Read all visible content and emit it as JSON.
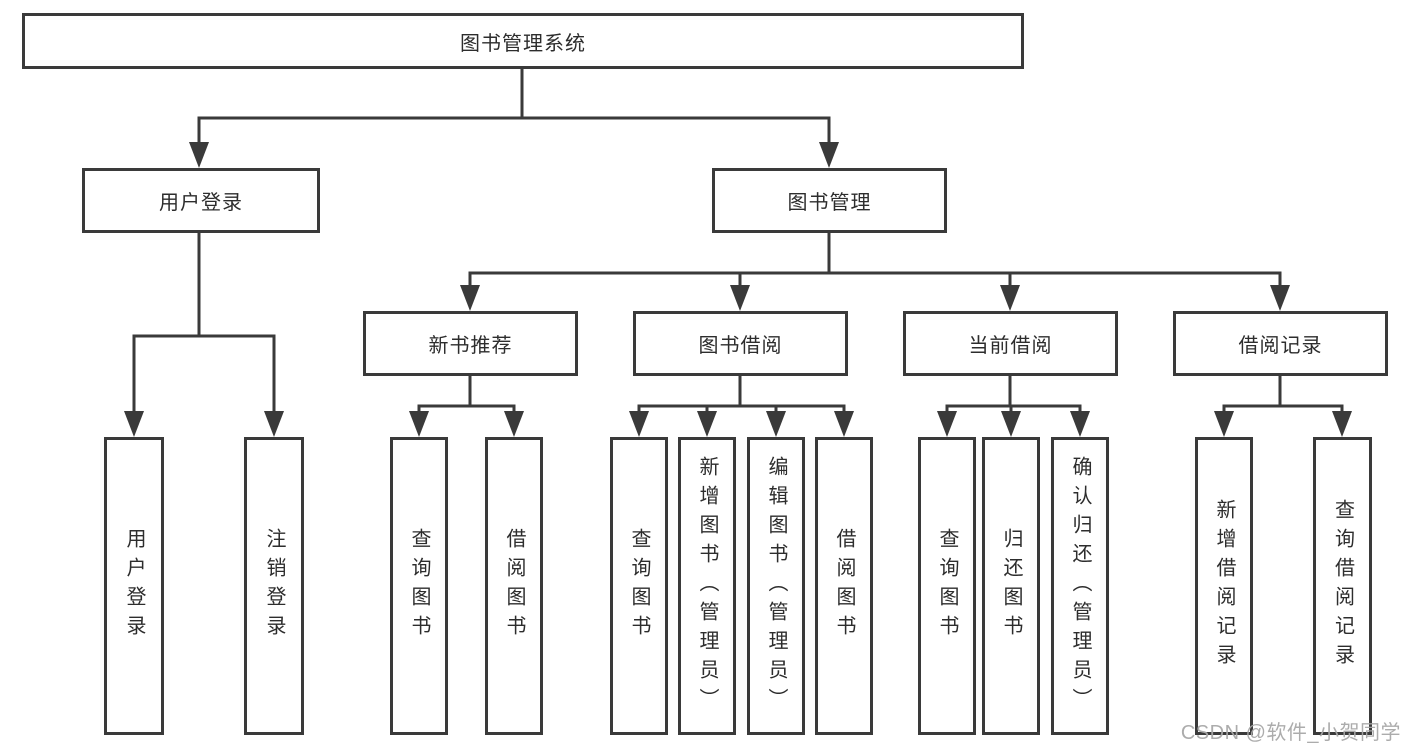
{
  "diagram": {
    "root": {
      "label": "图书管理系统"
    },
    "user_login": {
      "label": "用户登录",
      "children": [
        {
          "label": "用户登录"
        },
        {
          "label": "注销登录"
        }
      ]
    },
    "book_management": {
      "label": "图书管理",
      "sections": [
        {
          "label": "新书推荐",
          "children": [
            {
              "label": "查询图书"
            },
            {
              "label": "借阅图书"
            }
          ]
        },
        {
          "label": "图书借阅",
          "children": [
            {
              "label": "查询图书"
            },
            {
              "label": "新增图书（管理员）"
            },
            {
              "label": "编辑图书（管理员）"
            },
            {
              "label": "借阅图书"
            }
          ]
        },
        {
          "label": "当前借阅",
          "children": [
            {
              "label": "查询图书"
            },
            {
              "label": "归还图书"
            },
            {
              "label": "确认归还（管理员）"
            }
          ]
        },
        {
          "label": "借阅记录",
          "children": [
            {
              "label": "新增借阅记录"
            },
            {
              "label": "查询借阅记录"
            }
          ]
        }
      ]
    }
  },
  "watermark": {
    "text": "CSDN @软件_小贺同学"
  },
  "colors": {
    "line": "#3a3a3a",
    "text": "#2d2d2d",
    "box_fill": "#ffffff",
    "background": "#ffffff",
    "watermark": "#a8a8a8"
  }
}
